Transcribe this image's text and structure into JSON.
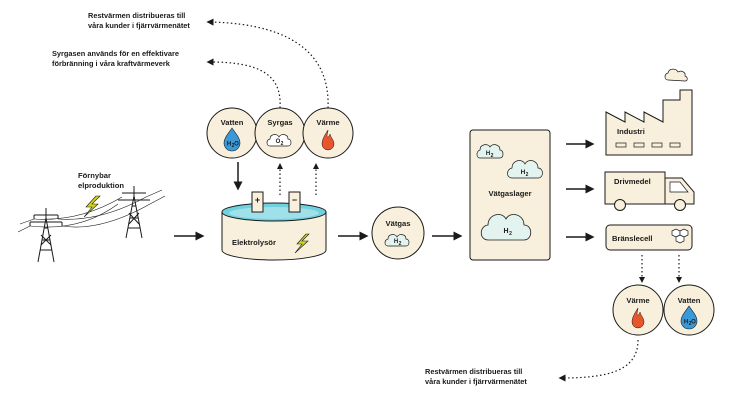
{
  "notes": {
    "top1_line1": "Restvärmen distribueras till",
    "top1_line2": "våra kunder i fjärrvärmenätet",
    "top2_line1": "Syrgasen används för en effektivare",
    "top2_line2": "förbränning i våra kraftvärmeverk",
    "bottom_line1": "Restvärmen distribueras till",
    "bottom_line2": "våra kunder i fjärrvärmenätet"
  },
  "source": {
    "line1": "Förnybar",
    "line2": "elproduktion"
  },
  "inputs": {
    "vatten": "Vatten",
    "vatten_formula": "H",
    "vatten_sub": "2",
    "vatten_o": "O",
    "syrgas": "Syrgas",
    "syrgas_formula": "O",
    "syrgas_sub": "2",
    "varme": "Värme"
  },
  "electrolyser": {
    "label": "Elektrolysör",
    "plus": "+",
    "minus": "−"
  },
  "hydrogen": {
    "label": "Vätgas",
    "formula": "H",
    "sub": "2"
  },
  "storage": {
    "label": "Vätgaslager",
    "formula": "H",
    "sub": "2"
  },
  "uses": {
    "industri": "Industri",
    "drivmedel": "Drivmedel",
    "bransle": "Bränslecell"
  },
  "outputs": {
    "varme": "Värme",
    "vatten": "Vatten",
    "vatten_formula": "H",
    "vatten_sub": "2",
    "vatten_o": "O"
  },
  "colors": {
    "cream": "#f8f0dc",
    "mint": "#e3f3ef",
    "blue": "#3a9ad9",
    "flame": "#e8542b",
    "bolt": "#d4d41c",
    "water": "#6fd0de",
    "ink": "#1a1a1a"
  }
}
